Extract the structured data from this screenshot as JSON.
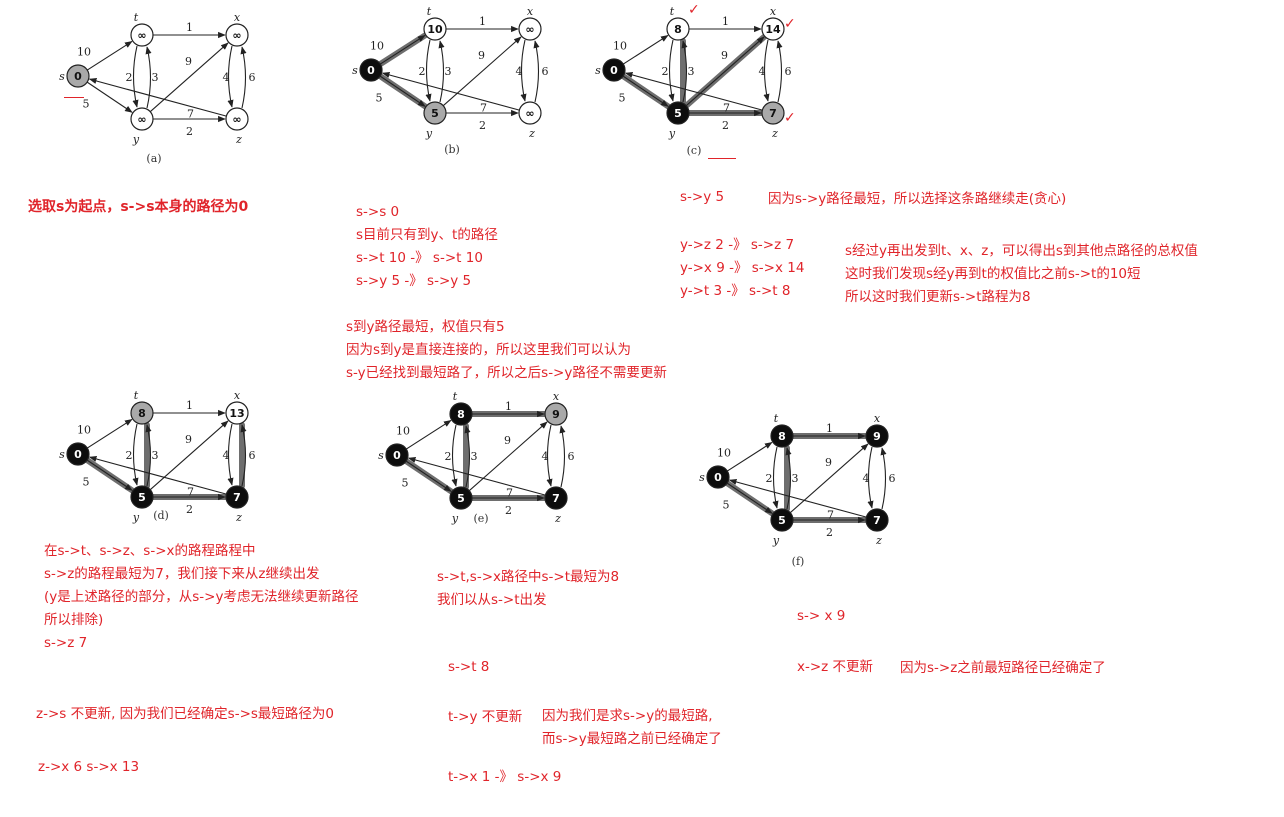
{
  "graph": {
    "nodes": [
      "s",
      "t",
      "x",
      "y",
      "z"
    ],
    "edges": [
      {
        "from": "s",
        "to": "t",
        "w": "10"
      },
      {
        "from": "s",
        "to": "y",
        "w": "5"
      },
      {
        "from": "t",
        "to": "x",
        "w": "1"
      },
      {
        "from": "t",
        "to": "y",
        "w": "2"
      },
      {
        "from": "y",
        "to": "t",
        "w": "3"
      },
      {
        "from": "y",
        "to": "x",
        "w": "9"
      },
      {
        "from": "y",
        "to": "z",
        "w": "2"
      },
      {
        "from": "x",
        "to": "z",
        "w": "4"
      },
      {
        "from": "z",
        "to": "x",
        "w": "6"
      },
      {
        "from": "z",
        "to": "s",
        "w": "7"
      }
    ]
  },
  "panels": [
    {
      "caption": "(a)",
      "dist": {
        "s": "0",
        "t": "∞",
        "x": "∞",
        "y": "∞",
        "z": "∞"
      },
      "fill": {
        "s": "gray",
        "t": "white",
        "x": "white",
        "y": "white",
        "z": "white"
      },
      "thick": []
    },
    {
      "caption": "(b)",
      "dist": {
        "s": "0",
        "t": "10",
        "x": "∞",
        "y": "5",
        "z": "∞"
      },
      "fill": {
        "s": "black",
        "t": "white",
        "x": "white",
        "y": "gray",
        "z": "white"
      },
      "thick": [
        "s-t",
        "s-y"
      ]
    },
    {
      "caption": "(c)",
      "dist": {
        "s": "0",
        "t": "8",
        "x": "14",
        "y": "5",
        "z": "7"
      },
      "fill": {
        "s": "black",
        "t": "white",
        "x": "white",
        "y": "black",
        "z": "gray"
      },
      "thick": [
        "s-y",
        "y-t",
        "y-x",
        "y-z"
      ]
    },
    {
      "caption": "(d)",
      "dist": {
        "s": "0",
        "t": "8",
        "x": "13",
        "y": "5",
        "z": "7"
      },
      "fill": {
        "s": "black",
        "t": "gray",
        "x": "white",
        "y": "black",
        "z": "black"
      },
      "thick": [
        "s-y",
        "y-t",
        "y-z",
        "z-x"
      ]
    },
    {
      "caption": "(e)",
      "dist": {
        "s": "0",
        "t": "8",
        "x": "9",
        "y": "5",
        "z": "7"
      },
      "fill": {
        "s": "black",
        "t": "black",
        "x": "gray",
        "y": "black",
        "z": "black"
      },
      "thick": [
        "s-y",
        "y-t",
        "y-z",
        "t-x"
      ]
    },
    {
      "caption": "(f)",
      "dist": {
        "s": "0",
        "t": "8",
        "x": "9",
        "y": "5",
        "z": "7"
      },
      "fill": {
        "s": "black",
        "t": "black",
        "x": "black",
        "y": "black",
        "z": "black"
      },
      "thick": [
        "s-y",
        "y-t",
        "y-z",
        "t-x"
      ]
    }
  ],
  "notes": {
    "a": [
      "选取s为起点，s->s本身的路径为0"
    ],
    "b1": [
      "s->s  0",
      "s目前只有到y、t的路径",
      "s->t 10  -》 s->t 10",
      "s->y 5  -》 s->y 5"
    ],
    "b2": [
      "s到y路径最短，权值只有5",
      "因为s到y是直接连接的，所以这里我们可以认为",
      "s-y已经找到最短路了，所以之后s->y路径不需要更新"
    ],
    "c1": "s->y  5",
    "c2": "因为s->y路径最短，所以选择这条路继续走(贪心)",
    "c3": [
      "y->z 2 -》 s->z  7",
      "y->x 9 -》 s->x  14",
      "y->t 3 -》 s->t   8"
    ],
    "c4": [
      "s经过y再出发到t、x、z，可以得出s到其他点路径的总权值",
      "这时我们发现s经y再到t的权值比之前s->t的10短",
      "所以这时我们更新s->t路程为8"
    ],
    "d1": [
      "在s->t、s->z、s->x的路程路程中",
      "s->z的路程最短为7，我们接下来从z继续出发",
      "(y是上述路径的部分，从s->y考虑无法继续更新路径",
      "所以排除)",
      "s->z   7"
    ],
    "d2": "z->s  不更新, 因为我们已经确定s->s最短路径为0",
    "d3": "z->x  6    s->x  13",
    "e1": [
      "s->t,s->x路径中s->t最短为8",
      "我们以从s->t出发"
    ],
    "e2": "s->t   8",
    "e3": "t->y  不更新",
    "e4": [
      "因为我们是求s->y的最短路,",
      "而s->y最短路之前已经确定了"
    ],
    "e5": "t->x  1 -》 s->x  9",
    "f1": "s->  x   9",
    "f2": "x->z  不更新",
    "f3": "因为s->z之前最短路径已经确定了",
    "ticks": "✓"
  }
}
